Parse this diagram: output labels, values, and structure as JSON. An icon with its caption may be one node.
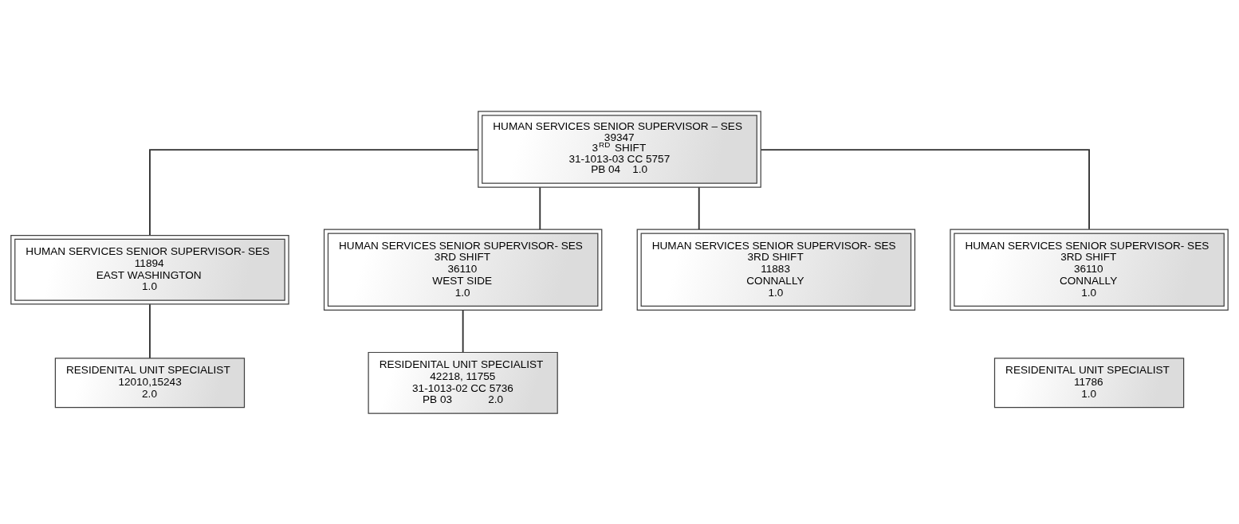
{
  "diagram": {
    "nodes": [
      {
        "text": [
          "HUMAN SERVICES SENIOR SUPERVISOR – SES",
          "39347",
          "3$^{RD}$  SHIFT",
          "31-1013-03 CC 5757",
          "PB 04    1.0"
        ]
      },
      {
        "text": [
          "HUMAN SERVICES SENIOR SUPERVISOR- SES",
          "11894",
          "EAST WASHINGTON",
          "1.0"
        ]
      },
      {
        "text": [
          "HUMAN SERVICES SENIOR SUPERVISOR- SES",
          "3RD SHIFT",
          "36110",
          "WEST SIDE",
          "1.0"
        ]
      },
      {
        "text": [
          "HUMAN SERVICES SENIOR SUPERVISOR- SES",
          "3RD SHIFT",
          "11883",
          "CONNALLY",
          "1.0"
        ]
      },
      {
        "text": [
          "HUMAN SERVICES SENIOR SUPERVISOR- SES",
          "3RD SHIFT",
          "36110",
          "CONNALLY",
          "1.0"
        ]
      },
      {
        "text": [
          "RESIDENITAL UNIT SPECIALIST",
          "12010,15243",
          "2.0"
        ]
      },
      {
        "text": [
          "RESIDENITAL UNIT SPECIALIST",
          "42218, 11755",
          "31-1013-02 CC 5736",
          "PB 03            2.0"
        ]
      },
      {
        "text": [
          "RESIDENITAL UNIT SPECIALIST",
          "11786",
          "1.0"
        ]
      }
    ],
    "edges": [
      {
        "from": 0,
        "to": 1,
        "arrow": "none"
      },
      {
        "from": 0,
        "to": 2,
        "arrow": "none"
      },
      {
        "from": 0,
        "to": 3,
        "arrow": "none"
      },
      {
        "from": 0,
        "to": 4,
        "arrow": "none"
      },
      {
        "from": 1,
        "to": 5,
        "arrow": "none"
      },
      {
        "from": 2,
        "to": 6,
        "arrow": "none"
      }
    ]
  }
}
